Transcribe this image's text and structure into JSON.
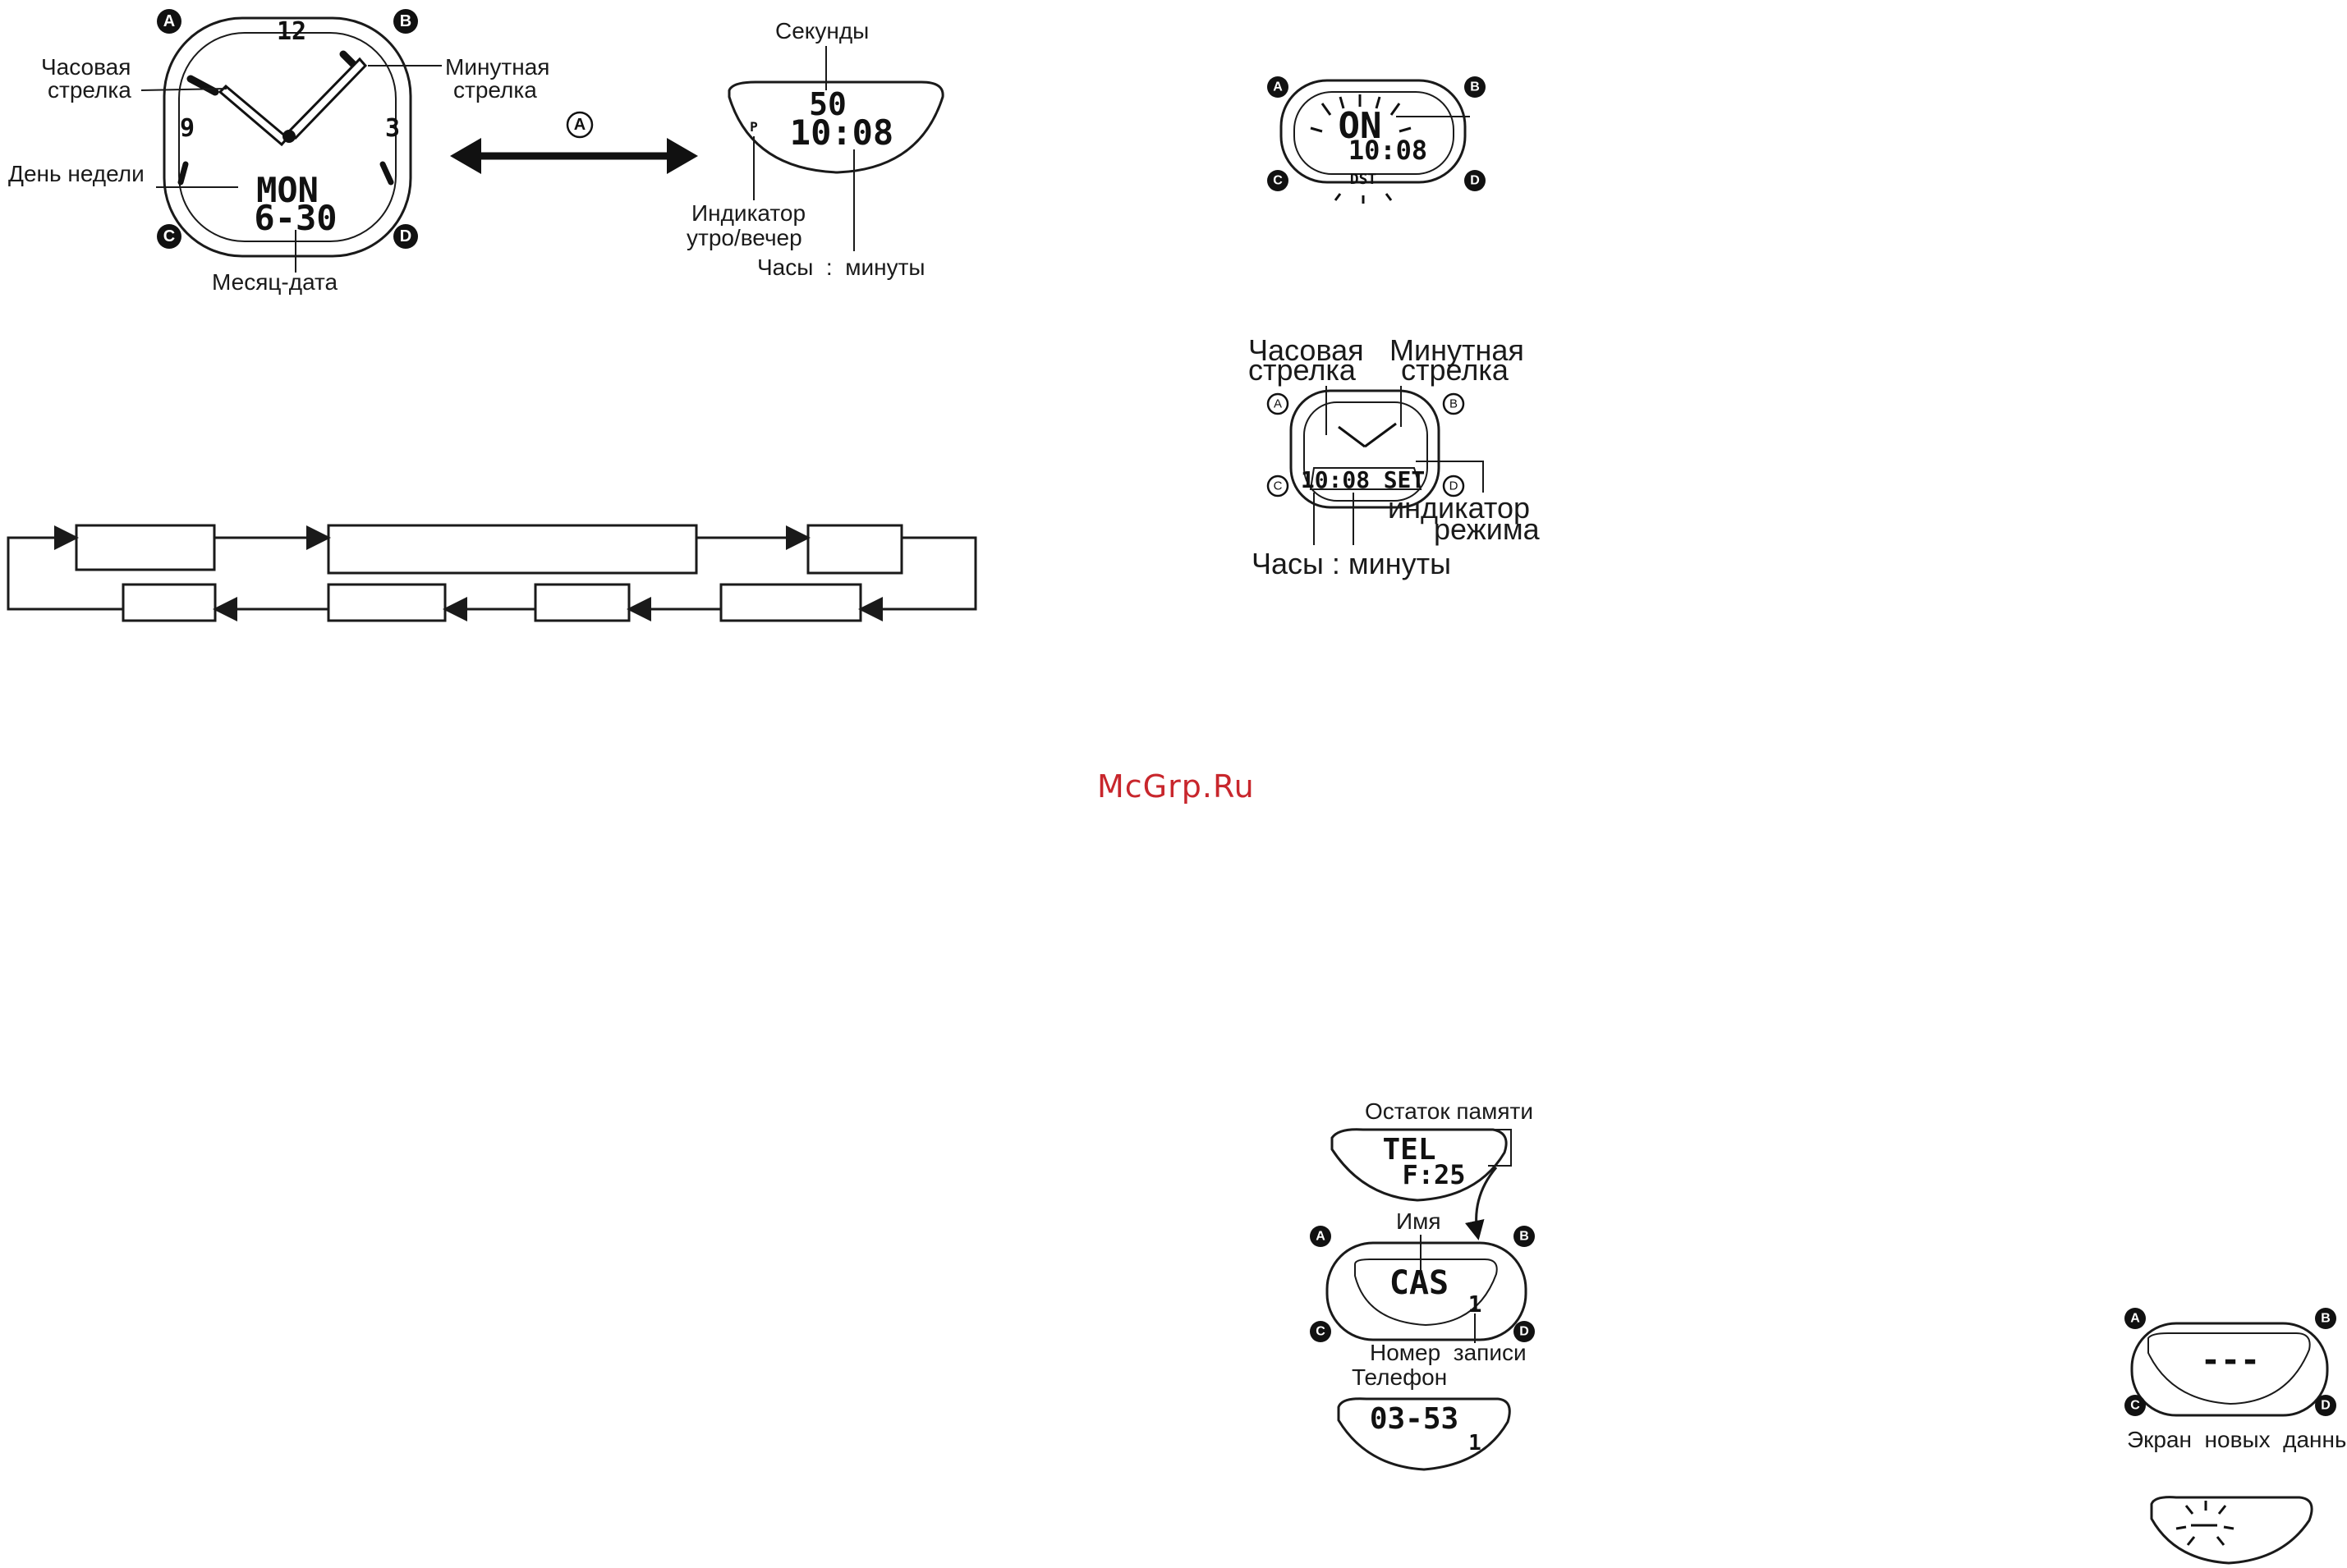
{
  "watermark": "McGrp.Ru",
  "buttons": {
    "a": "A",
    "b": "B",
    "c": "C",
    "d": "D"
  },
  "fig1": {
    "label_hour_hand": [
      "Часовая",
      "стрелка"
    ],
    "label_minute_hand": [
      "Минутная",
      "стрелка"
    ],
    "label_weekday": "День недели",
    "label_month_date": "Месяц-дата",
    "dial_12": "12",
    "dial_3": "3",
    "dial_9": "9",
    "lcd_weekday": "MON",
    "lcd_date": "6-30",
    "switch_button": "A",
    "label_seconds": "Секунды",
    "lcd_seconds": "50",
    "lcd_time": "10:08",
    "pm_marker": "P",
    "label_ampm": [
      "Индикатор",
      "утро/вечер"
    ],
    "label_hours_minutes": "Часы  :  минуты"
  },
  "fig_dst": {
    "lcd_on": "ON",
    "lcd_time": "10:08",
    "lcd_dst": "DST"
  },
  "fig_set": {
    "label_hour_hand": [
      "Часовая",
      "стрелка"
    ],
    "label_minute_hand": [
      "Минутная",
      "стрелка"
    ],
    "lcd_time": "10:08",
    "lcd_set": "SET",
    "label_mode": [
      "индикатор",
      "режима"
    ],
    "label_hours_minutes": "Часы : минуты"
  },
  "fig_tel": {
    "label_memory": "Остаток памяти",
    "lcd_tel": "TEL",
    "lcd_free": "F:25",
    "label_name": "Имя",
    "lcd_name": "CAS",
    "lcd_record": "1",
    "label_record_no": "Номер  записи",
    "label_phone": "Телефон",
    "lcd_phone": "03-53",
    "lcd_phone_record": "1"
  },
  "fig_new": {
    "lcd_dashes": "---",
    "label_new_data": "Экран  новых  данных"
  }
}
